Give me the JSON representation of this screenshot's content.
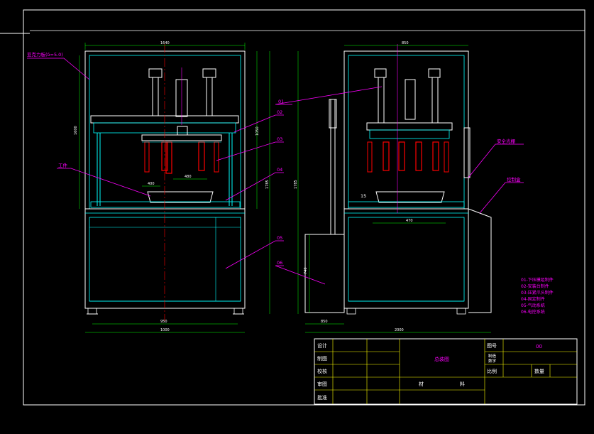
{
  "labels": {
    "protective_cover": "亚克力板(δ=5.0)",
    "workpiece": "工件",
    "safety_light": "安全光栅",
    "control_box": "控制盒",
    "callout_01": "01",
    "callout_02": "02",
    "callout_03": "03",
    "callout_04": "04",
    "callout_05": "05",
    "callout_06": "06",
    "callout_15": "15"
  },
  "dimensions": {
    "front_top_width": "1640",
    "front_height": "1600",
    "front_inner_height": "1050",
    "front_total_height": "1785",
    "front_base_inner": "950",
    "front_base_width": "1000",
    "front_pitch_a": "480",
    "front_pitch_b": "400",
    "side_top_width": "850",
    "side_total_height": "1785",
    "side_box_height": "740",
    "side_box_width": "850",
    "side_bottom_width": "2000",
    "side_inner_width": "470"
  },
  "legend": [
    "01-下压模组制件",
    "02-安装台制件",
    "03-压紧爪头制件",
    "04-固定制件",
    "05-气动系统",
    "06-电控系统"
  ],
  "title_block": {
    "design_label": "设计",
    "draw_label": "制图",
    "check_label": "校核",
    "audit_label": "审图",
    "approve_label": "批准",
    "assembly_name": "总装图",
    "drawing_no_label": "图号",
    "drawing_no": "00",
    "scale_label_line1": "制造",
    "scale_label_line2": "数学",
    "ratio_label": "比例",
    "quantity_label": "数量",
    "material_label_1": "材",
    "material_label_2": "料"
  },
  "colors": {
    "frame": "#ffffff",
    "outline": "#00ffff",
    "cylinder": "#ff0000",
    "centerline": "#ff00ff",
    "title_grid": "#ffff00",
    "legend_text": "#ff00ff"
  }
}
